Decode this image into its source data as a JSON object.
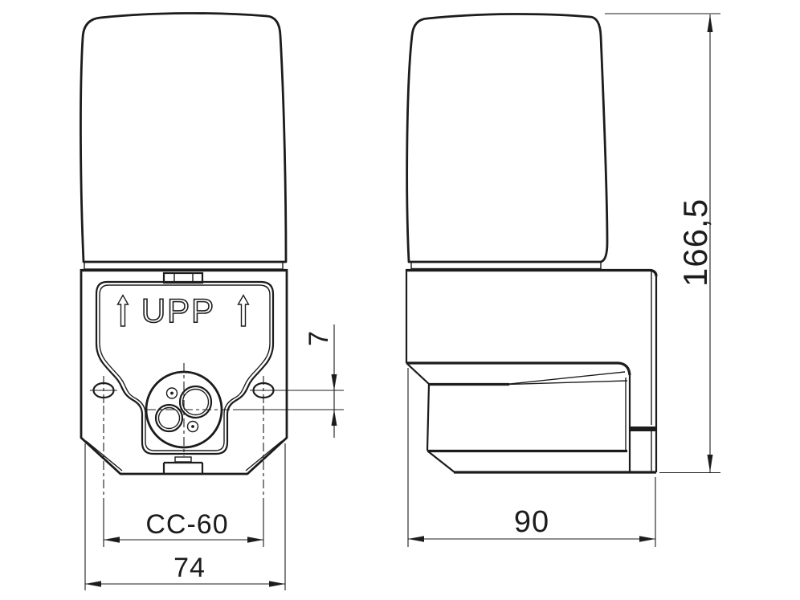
{
  "style": {
    "line_color": "#1c1c1c",
    "background": "#ffffff"
  },
  "front_view": {
    "marking": "UPP",
    "dim_hole_spacing": "CC-60",
    "dim_width": "74",
    "dim_entry_offset": "7"
  },
  "side_view": {
    "dim_depth": "90",
    "dim_height": "166,5"
  }
}
